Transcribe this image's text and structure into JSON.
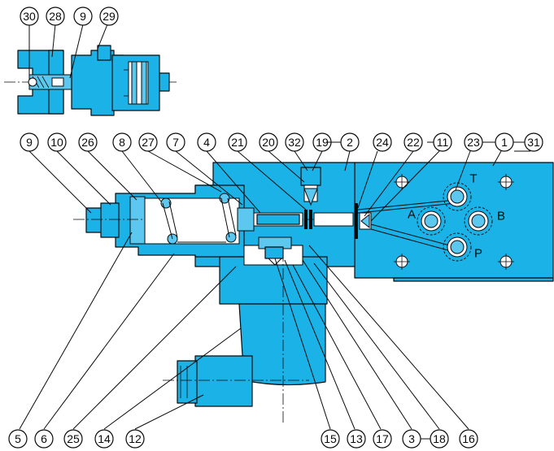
{
  "colors": {
    "body": "#1bb2e8",
    "outline": "#0a0a0a",
    "background": "#ffffff"
  },
  "detail_labels": [
    "30",
    "28",
    "9",
    "29"
  ],
  "top_labels": [
    "9",
    "10",
    "26",
    "8",
    "27",
    "7",
    "4",
    "21",
    "20",
    "32",
    "19",
    "2",
    "24",
    "22",
    "11",
    "23",
    "1",
    "31"
  ],
  "bottom_labels": [
    "5",
    "6",
    "25",
    "14",
    "12",
    "15",
    "13",
    "17",
    "3",
    "18",
    "16"
  ],
  "ports": {
    "tank": "T",
    "pressure": "P",
    "a": "A",
    "b": "B"
  }
}
